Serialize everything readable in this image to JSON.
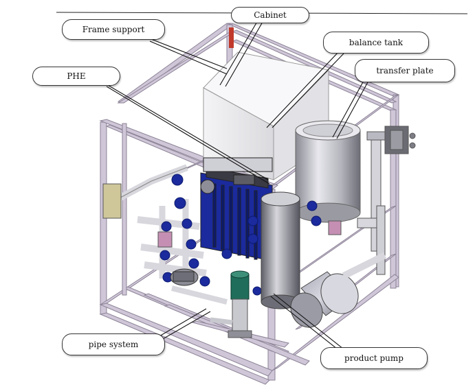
{
  "labels": {
    "frame_support": "Frame support",
    "cabinet": "Cabinet",
    "balance_tank": "balance tank",
    "transfer_plate": "transfer plate",
    "phe": "PHE",
    "pipe_system": "pipe system",
    "product_pump": "product pump"
  },
  "colors": {
    "frame": "#c9c2d2",
    "frame_edge": "#8c8396",
    "cabinet": "#f1f1f3",
    "tank": "#c9c9d0",
    "blue_parts": "#1b2a9c",
    "pump_green": "#1f6d5a",
    "pink_box": "#c58fb3",
    "hx_yellow": "#cfc79a"
  }
}
